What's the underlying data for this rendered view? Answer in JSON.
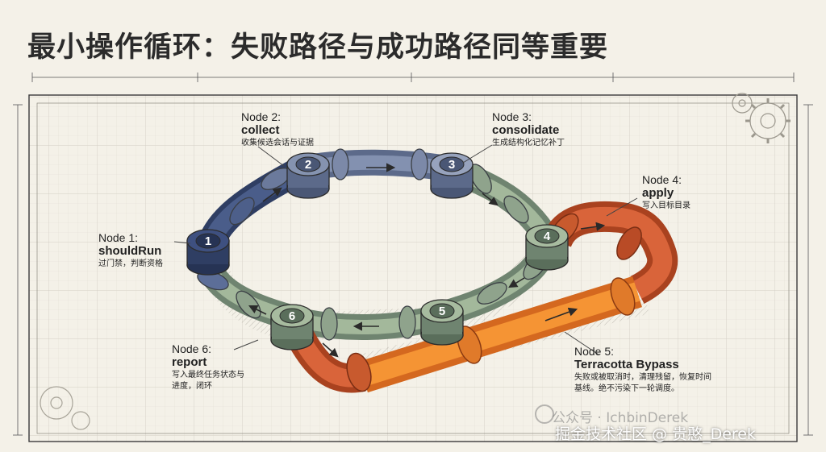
{
  "title": "最小操作循环：失败路径与成功路径同等重要",
  "colors": {
    "navy": "#34466e",
    "slate": "#6f7fa0",
    "sage": "#8fa68a",
    "terracotta": "#cf5a33",
    "orange": "#f08a2c",
    "paper": "#f4f1e8",
    "grid": "#dad6cc"
  },
  "nodes": [
    {
      "num": "1",
      "title": "Node 1:",
      "name": "shouldRun",
      "desc": "过门禁，判断资格"
    },
    {
      "num": "2",
      "title": "Node 2:",
      "name": "collect",
      "desc": "收集候选会话与证据"
    },
    {
      "num": "3",
      "title": "Node 3:",
      "name": "consolidate",
      "desc": "生成结构化记忆补丁"
    },
    {
      "num": "4",
      "title": "Node 4:",
      "name": "apply",
      "desc": "写入目标目录"
    },
    {
      "num": "5",
      "title": "Node 5:",
      "name": "Terracotta Bypass",
      "desc1": "失败或被取消时，清理残留，恢复时间",
      "desc2": "基线。绝不污染下一轮调度。"
    },
    {
      "num": "6",
      "title": "Node 6:",
      "name": "report",
      "desc1": "写入最终任务状态与",
      "desc2": "进度，闭环"
    }
  ],
  "watermark": {
    "line1": "公众号 · IchbinDerek",
    "line2": "掘金技术社区 @ 贵憨_Derek"
  }
}
